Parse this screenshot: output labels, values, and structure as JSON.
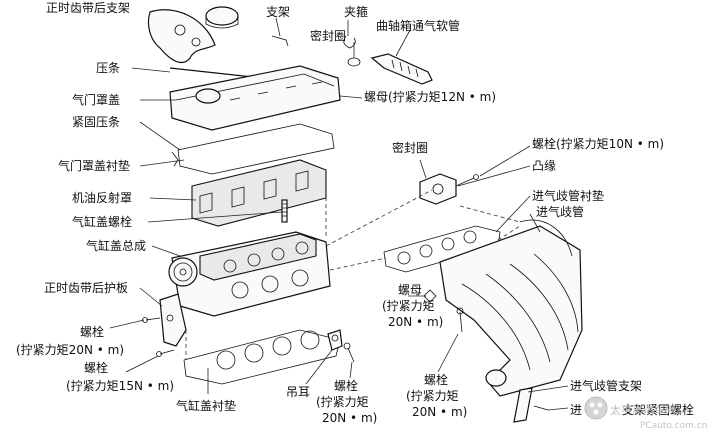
{
  "labels": {
    "top_cut": "正时齿带后支架",
    "bracket": "支架",
    "clamp": "夹箍",
    "seal_top": "密封圈",
    "breather_hose": "曲轴箱通气软管",
    "pressure_strip": "压条",
    "nut_12": "螺母(拧紧力矩12N • m)",
    "valve_cover": "气门罩盖",
    "fastening_strip": "紧固压条",
    "valve_cover_gasket": "气门罩盖衬垫",
    "oil_deflector": "机油反射罩",
    "head_bolt": "气缸盖螺栓",
    "head_assembly": "气缸盖总成",
    "rear_guard": "正时齿带后护板",
    "bolt_20_left_1": "螺栓",
    "bolt_20_left_2": "(拧紧力矩20N • m)",
    "bolt_15_1": "螺栓",
    "bolt_15_2": "(拧紧力矩15N • m)",
    "head_gasket": "气缸盖衬垫",
    "lifting_eye": "吊耳",
    "bolt_20_mid_1": "螺栓",
    "bolt_20_mid_2": "(拧紧力矩",
    "bolt_20_mid_3": "20N • m)",
    "seal_right": "密封圈",
    "bolt_10": "螺栓(拧紧力矩10N • m)",
    "flange": "凸缘",
    "intake_gasket": "进气歧管衬垫",
    "intake_manifold": "进气歧管",
    "nut_20_1": "螺母",
    "nut_20_2": "(拧紧力矩",
    "nut_20_3": "20N • m)",
    "bolt_20_low_1": "螺栓",
    "bolt_20_low_2": "(拧紧力矩",
    "bolt_20_low_3": "20N • m)",
    "manifold_bracket": "进气歧管支架",
    "manifold_bracket_bolt_prefix": "进",
    "manifold_bracket_bolt_suffix": "支架紧固螺栓"
  },
  "watermark": {
    "brand": "太平洋汽车网",
    "url": "PCauto.com.cn"
  }
}
